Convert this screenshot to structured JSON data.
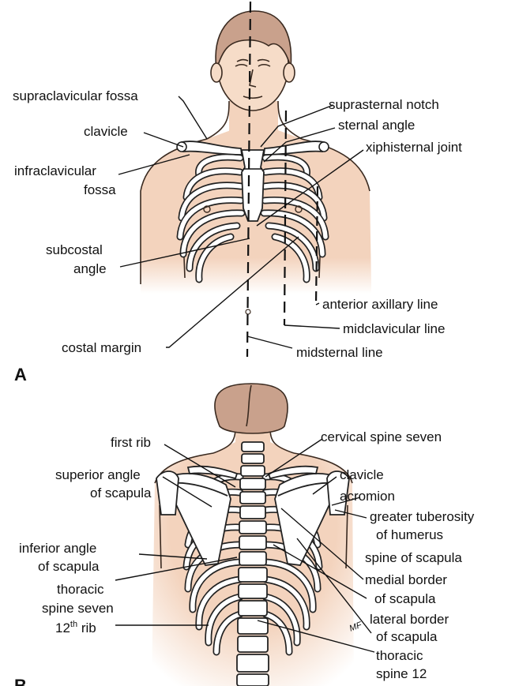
{
  "panel_a": {
    "letter": "A",
    "labels": {
      "supraclavicular_fossa": "supraclavicular fossa",
      "suprasternal_notch": "suprasternal notch",
      "sternal_angle": "sternal angle",
      "clavicle": "clavicle",
      "xiphisternal_joint": "xiphisternal joint",
      "infraclavicular_1": "infraclavicular",
      "infraclavicular_2": "fossa",
      "subcostal_1": "subcostal",
      "subcostal_2": "angle",
      "anterior_axillary_line": "anterior axillary line",
      "midclavicular_line": "midclavicular line",
      "costal_margin": "costal margin",
      "midsternal_line": "midsternal line"
    }
  },
  "panel_b": {
    "letter": "B",
    "labels": {
      "first_rib": "first rib",
      "cervical_spine_seven": "cervical spine seven",
      "superior_angle_1": "superior angle",
      "superior_angle_2": "of scapula",
      "clavicle": "clavicle",
      "acromion": "acromion",
      "greater_tuberosity_1": "greater tuberosity",
      "greater_tuberosity_2": "of humerus",
      "inferior_angle_1": "inferior angle",
      "inferior_angle_2": "of scapula",
      "spine_of_scapula": "spine of scapula",
      "medial_border_1": "medial border",
      "medial_border_2": "of scapula",
      "thoracic_seven_1": "thoracic",
      "thoracic_seven_2": "spine seven",
      "lateral_border_1": "lateral border",
      "lateral_border_2": "of scapula",
      "rib12_num": "12",
      "rib12_sup": "th",
      "rib12_word": " rib",
      "thoracic_12_1": "thoracic",
      "thoracic_12_2": "spine 12"
    }
  },
  "artist_mark": "MF",
  "colors": {
    "skin": "#f3d3bd",
    "hair": "#c9a18c",
    "bone": "#ffffff",
    "outline": "#222222"
  }
}
